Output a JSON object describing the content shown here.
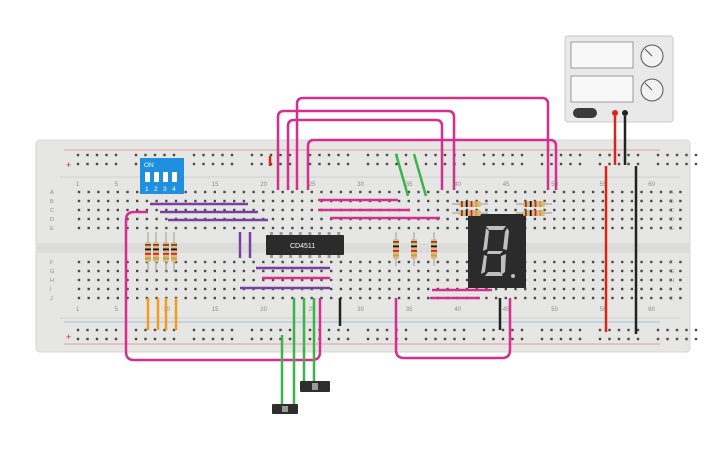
{
  "breadboard": {
    "column_numbers": [
      "1",
      "5",
      "10",
      "15",
      "20",
      "25",
      "30",
      "35",
      "40",
      "45",
      "50",
      "55",
      "60"
    ],
    "row_letters_top": [
      "A",
      "B",
      "C",
      "D",
      "E"
    ],
    "row_letters_bottom": [
      "F",
      "G",
      "H",
      "I",
      "J"
    ],
    "rail_plus": "+",
    "rail_minus": "−"
  },
  "chip": {
    "label": "CD4511"
  },
  "dip_switch": {
    "on_label": "ON",
    "numbers": [
      "1",
      "2",
      "3",
      "4"
    ]
  },
  "colors": {
    "board": "#e6e6e4",
    "wire_magenta": "#d42f8e",
    "wire_purple": "#7b3fa0",
    "wire_green": "#3bb44a",
    "wire_orange": "#f39c1e",
    "wire_red": "#d9241c",
    "wire_black": "#222222",
    "dip_blue": "#1f8fe0"
  },
  "icons": [
    "dip-switch-icon",
    "seven-segment-display-icon",
    "power-supply-icon",
    "slide-switch-icon",
    "resistor-icon"
  ]
}
